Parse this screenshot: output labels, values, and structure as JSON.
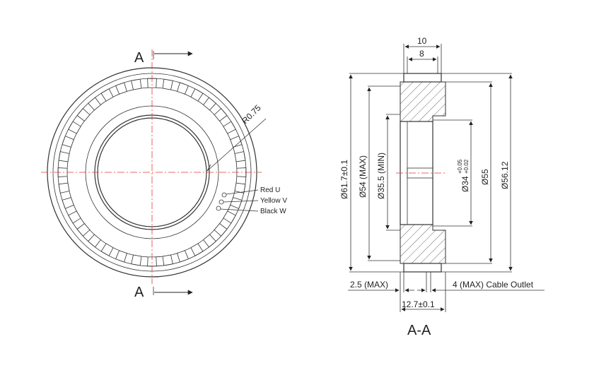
{
  "front_view": {
    "section_label_top": "A",
    "section_label_bottom": "A",
    "radius_label": "R0.75",
    "wires": [
      "Red U",
      "Yellow V",
      "Black W"
    ]
  },
  "section_view": {
    "title": "A-A",
    "top_dims": [
      "10",
      "8"
    ],
    "left_dims": [
      "Ø61.7±0.1",
      "Ø54 (MAX)",
      "Ø35.5 (MIN)"
    ],
    "right_dims": {
      "inner_main": "Ø34",
      "inner_tol_upper": "+0.05",
      "inner_tol_lower": "+0.02",
      "d55": "Ø55",
      "d5612": "Ø56.12"
    },
    "bottom_left": "2.5 (MAX)",
    "bottom_right": "4 (MAX) Cable Outlet",
    "bottom_width": "12.7±0.1"
  },
  "colors": {
    "centerline": "#e53935",
    "line": "#333333"
  }
}
